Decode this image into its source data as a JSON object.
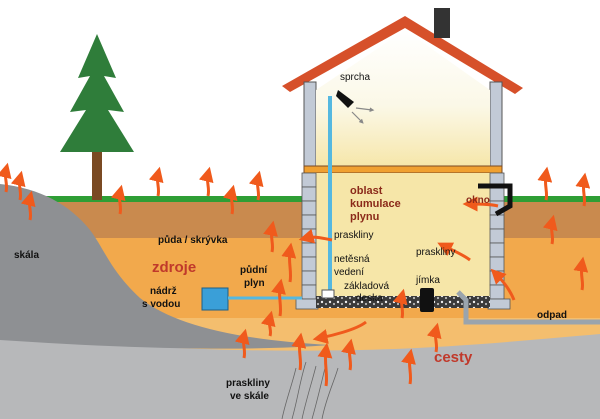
{
  "labels": {
    "sprcha": "sprcha",
    "zone_line1": "oblast",
    "zone_line2": "kumulace",
    "zone_line3": "plynu",
    "okno": "okno",
    "praskliny_top": "praskliny",
    "netesna_line1": "netěsná",
    "netesna_line2": "vedení",
    "praskliny_right": "praskliny",
    "jimka": "jímka",
    "deska_line1": "základová",
    "deska_line2": "deska",
    "puda": "půda / skrývka",
    "zdroje": "zdroje",
    "pudni_line1": "půdní",
    "pudni_line2": "plyn",
    "skala": "skála",
    "nadrz_line1": "nádrž",
    "nadrz_line2": "s vodou",
    "odpad": "odpad",
    "cesty": "cesty",
    "skala_cracks_line1": "praskliny",
    "skala_cracks_line2": "ve skále"
  },
  "colors": {
    "sky": "#ffffff",
    "grass": "#2e9e35",
    "topsoil": "#c98a4e",
    "subsoil": "#f2a94c",
    "deep_soil": "#f4be6e",
    "rock": "#8e9093",
    "bedrock": "#b7b8ba",
    "house_wall": "#c2cad6",
    "interior": "#fbf8e7",
    "gas_zone": "#f6e6a8",
    "roof": "#d6502a",
    "arrow": "#f05a1c",
    "pipe": "#55b8e0",
    "tank": "#3a9fd8",
    "headline_red": "#c0392b",
    "zone_text": "#8b2a1a"
  }
}
